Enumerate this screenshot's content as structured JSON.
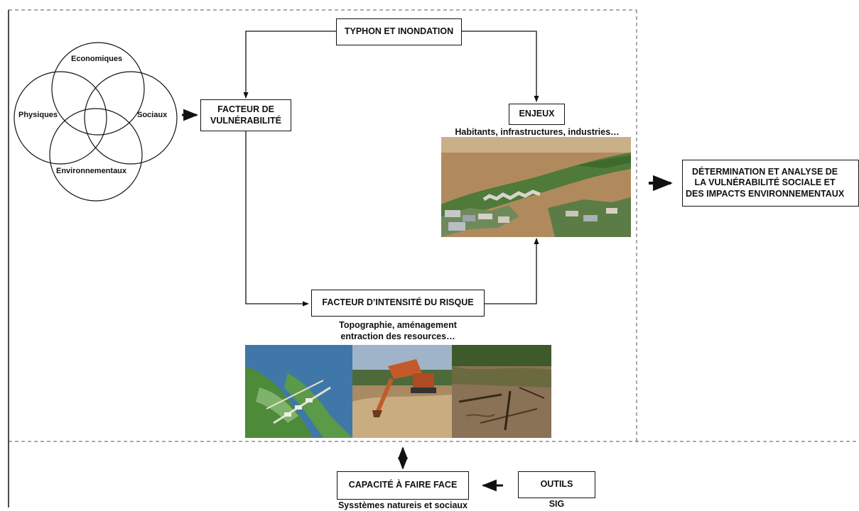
{
  "venn": {
    "labels": [
      "Economiques",
      "Physiques",
      "Sociaux",
      "Environnementaux"
    ]
  },
  "boxes": {
    "typhon": "TYPHON ET INONDATION",
    "vulnerabilite": "FACTEUR DE\nVULNÉRABILITÉ",
    "enjeux": "ENJEUX",
    "intensite": "FACTEUR D’INTENSITÉ DU RISQUE",
    "determination": "DÉTERMINATION ET ANALYSE DE\nLA VULNÉRABILITÉ SOCIALE ET\nDES IMPACTS ENVIRONNEMENTAUX",
    "capacite": "CAPACITÉ À FAIRE FACE",
    "outils": "OUTILS"
  },
  "captions": {
    "enjeux": "Habitants, infrastructures, industries…",
    "intensite_line1": "Topographie, aménagement",
    "intensite_line2": "entraction des resources…",
    "capacite": "Sysstèmes natureis et sociaux",
    "outils": "SIG"
  },
  "photos": {
    "flood": "flood-aerial-photo",
    "plan": "urban-plan-photo",
    "excavator": "sand-extraction-photo",
    "deforestation": "deforestation-photo"
  },
  "colors": {
    "line": "#111111",
    "dashed": "#555555",
    "water": "#b08a5c",
    "vegetation": "#4f7a3a"
  }
}
